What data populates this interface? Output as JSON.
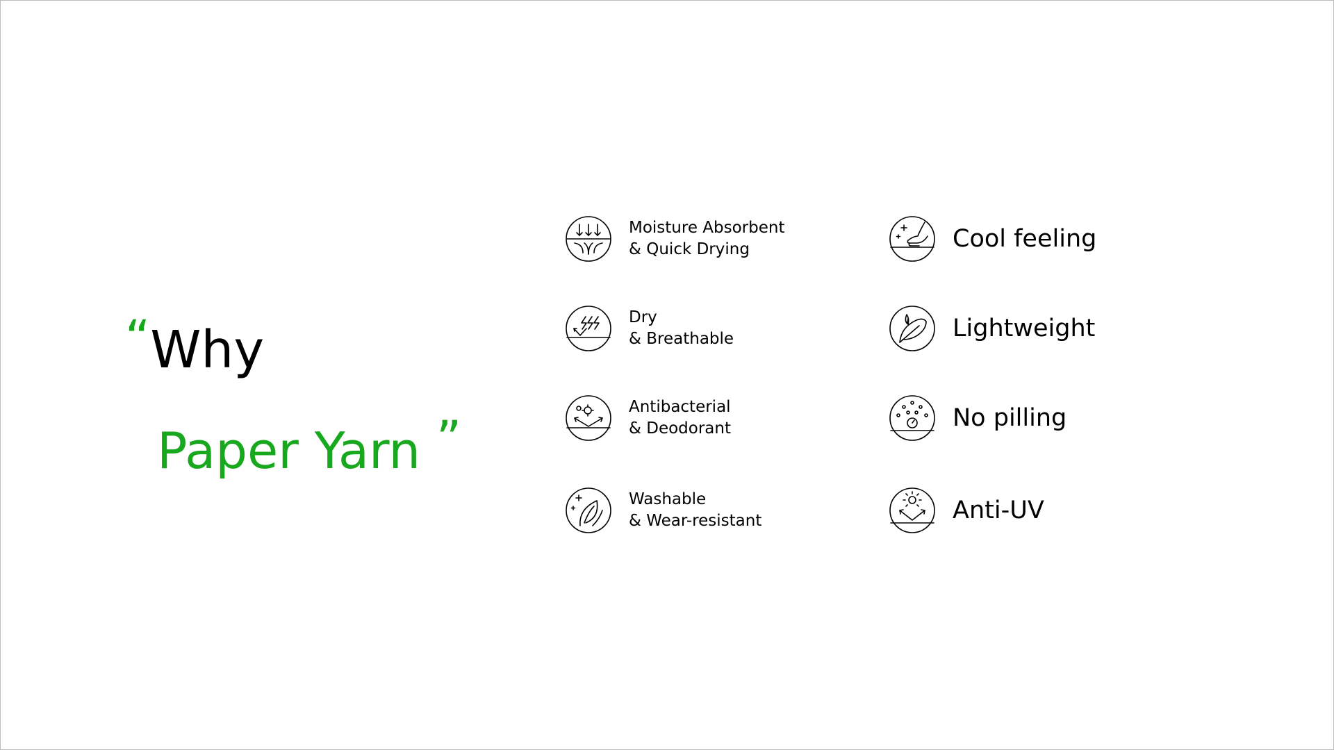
{
  "colors": {
    "accent": "#17a81e",
    "text": "#000000"
  },
  "headline": {
    "open_quote": "“",
    "line1": "Why",
    "line2": "Paper Yarn",
    "close_quote": "”"
  },
  "features_left": [
    {
      "icon": "moisture-arrows-icon",
      "line1": "Moisture Absorbent",
      "line2": "& Quick Drying"
    },
    {
      "icon": "breathable-air-icon",
      "line1": "Dry",
      "line2": "& Breathable"
    },
    {
      "icon": "antibacterial-shield-icon",
      "line1": "Antibacterial",
      "line2": "& Deodorant"
    },
    {
      "icon": "washable-leaf-icon",
      "line1": "Washable",
      "line2": "& Wear-resistant"
    }
  ],
  "features_right": [
    {
      "icon": "cool-touch-hand-icon",
      "label": "Cool feeling"
    },
    {
      "icon": "feather-icon",
      "label": "Lightweight"
    },
    {
      "icon": "no-pilling-dots-icon",
      "label": "No pilling"
    },
    {
      "icon": "anti-uv-sun-icon",
      "label": "Anti-UV"
    }
  ]
}
